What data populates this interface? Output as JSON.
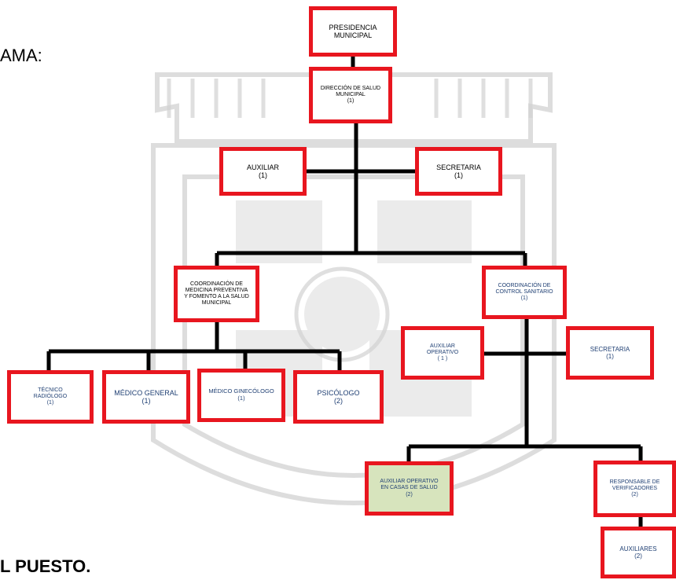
{
  "text": {
    "top_left": "AMA:",
    "bottom_left": "L PUESTO."
  },
  "colors": {
    "box_border": "#e8161f",
    "connector": "#000000",
    "text_dark": "#000000",
    "text_blue": "#1f3f73",
    "highlight_fill": "#d7e4bd"
  },
  "nodes": [
    {
      "id": "presidencia",
      "name": "PRESIDENCIA\nMUNICIPAL",
      "count": ""
    },
    {
      "id": "direccion",
      "name": "DIRECCIÓN DE SALUD\nMUNICIPAL",
      "count": "(1)"
    },
    {
      "id": "auxiliar",
      "name": "AUXILIAR",
      "count": "(1)"
    },
    {
      "id": "secretaria",
      "name": "SECRETARIA",
      "count": "(1)"
    },
    {
      "id": "coord_med",
      "name": "COORDINACIÓN DE\nMEDICINA PREVENTIVA\nY FOMENTO A LA SALUD\nMUNICIPAL",
      "count": ""
    },
    {
      "id": "coord_ctrl",
      "name": "COORDINACIÓN DE\nCONTROL SANITARIO",
      "count": "(1)"
    },
    {
      "id": "aux_op",
      "name": "AUXILIAR\nOPERATIVO",
      "count": "( 1 )"
    },
    {
      "id": "secretaria2",
      "name": "SECRETARIA",
      "count": "(1)"
    },
    {
      "id": "tecnico",
      "name": "TÉCNICO\nRADIÓLOGO",
      "count": "(1)"
    },
    {
      "id": "medgen",
      "name": "MÉDICO GENERAL",
      "count": "(1)"
    },
    {
      "id": "medgin",
      "name": "MÉDICO GINECÓLOGO",
      "count": "(1)"
    },
    {
      "id": "psicologo",
      "name": "PSICÓLOGO",
      "count": "(2)"
    },
    {
      "id": "aux_casas",
      "name": "AUXILIAR OPERATIVO\nEN CASAS DE SALUD",
      "count": "(2)"
    },
    {
      "id": "resp_ver",
      "name": "RESPONSABLE DE\nVERIFICADORES",
      "count": "(2)"
    },
    {
      "id": "auxiliares",
      "name": "AUXILIARES",
      "count": "(2)"
    }
  ],
  "edges": [
    [
      "presidencia",
      "direccion"
    ],
    [
      "direccion",
      "auxiliar"
    ],
    [
      "direccion",
      "secretaria"
    ],
    [
      "direccion",
      "coord_med"
    ],
    [
      "direccion",
      "coord_ctrl"
    ],
    [
      "coord_med",
      "tecnico"
    ],
    [
      "coord_med",
      "medgen"
    ],
    [
      "coord_med",
      "medgin"
    ],
    [
      "coord_med",
      "psicologo"
    ],
    [
      "coord_ctrl",
      "aux_op"
    ],
    [
      "coord_ctrl",
      "secretaria2"
    ],
    [
      "coord_ctrl",
      "aux_casas"
    ],
    [
      "coord_ctrl",
      "resp_ver"
    ],
    [
      "resp_ver",
      "auxiliares"
    ]
  ]
}
